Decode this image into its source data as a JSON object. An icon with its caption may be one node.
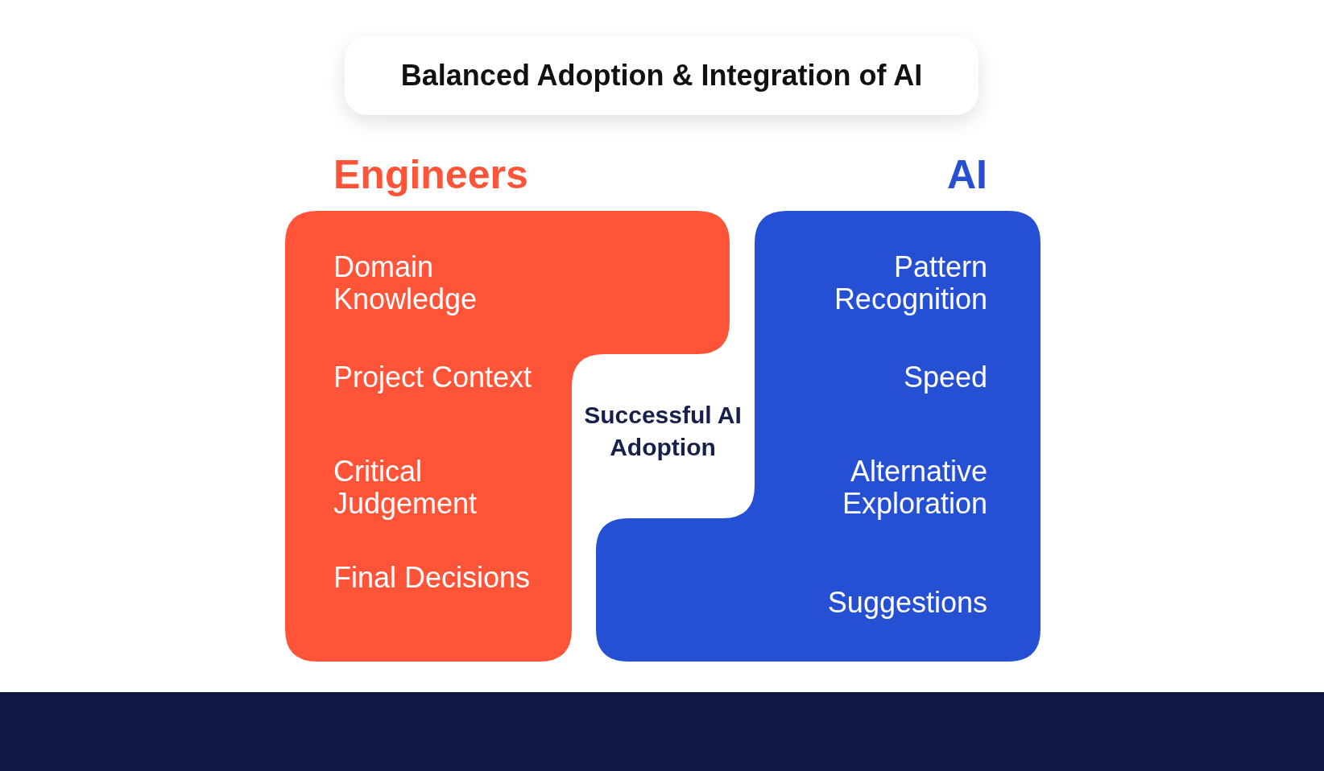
{
  "diagram": {
    "title": "Balanced Adoption & Integration of AI",
    "nodes": [
      {
        "text": [
          "Engineers",
          "Domain Knowledge",
          "Project Context",
          "Critical Judgement",
          "Final Decisions"
        ]
      },
      {
        "text": [
          "AI",
          "Pattern Recognition",
          "Speed",
          "Alternative Exploration",
          "Suggestions"
        ]
      }
    ],
    "labels": [
      "Successful AI Adoption"
    ]
  }
}
